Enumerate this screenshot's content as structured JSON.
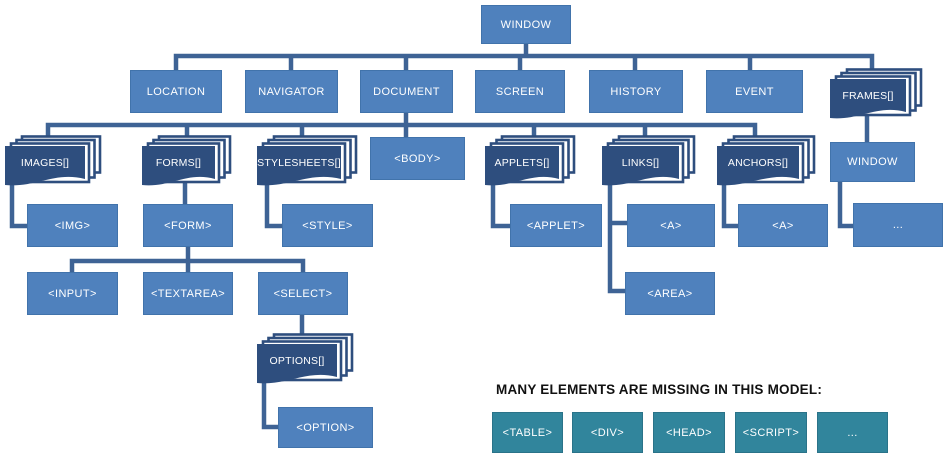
{
  "nodes": {
    "window": "WINDOW",
    "location": "LOCATION",
    "navigator": "NAVIGATOR",
    "document": "DOCUMENT",
    "screen": "SCREEN",
    "history": "HISTORY",
    "event": "EVENT",
    "frames": "FRAMES[]",
    "images": "IMAGES[]",
    "forms": "FORMS[]",
    "stylesheets": "STYLESHEETS[]",
    "body": "<BODY>",
    "applets": "APPLETS[]",
    "links": "LINKS[]",
    "anchors": "ANCHORS[]",
    "frames_window": "WINDOW",
    "img": "<IMG>",
    "form": "<FORM>",
    "style": "<STYLE>",
    "applet": "<APPLET>",
    "a_links": "<A>",
    "a_anchors": "<A>",
    "frames_more": "...",
    "input": "<INPUT>",
    "textarea": "<TEXTAREA>",
    "select": "<SELECT>",
    "area": "<AREA>",
    "options": "OPTIONS[]",
    "option": "<OPTION>"
  },
  "missing_note": {
    "label": "MANY ELEMENTS ARE MISSING IN THIS MODEL:",
    "items": {
      "table": "<TABLE>",
      "div": "<DIV>",
      "head": "<HEAD>",
      "script": "<SCRIPT>",
      "more": "..."
    }
  },
  "colors": {
    "node_fill": "#4F81BD",
    "collection_fill": "#2E4E7E",
    "connector": "#3E6395",
    "missing_fill": "#31859C",
    "text": "#FFFFFF",
    "note_text": "#111111"
  }
}
